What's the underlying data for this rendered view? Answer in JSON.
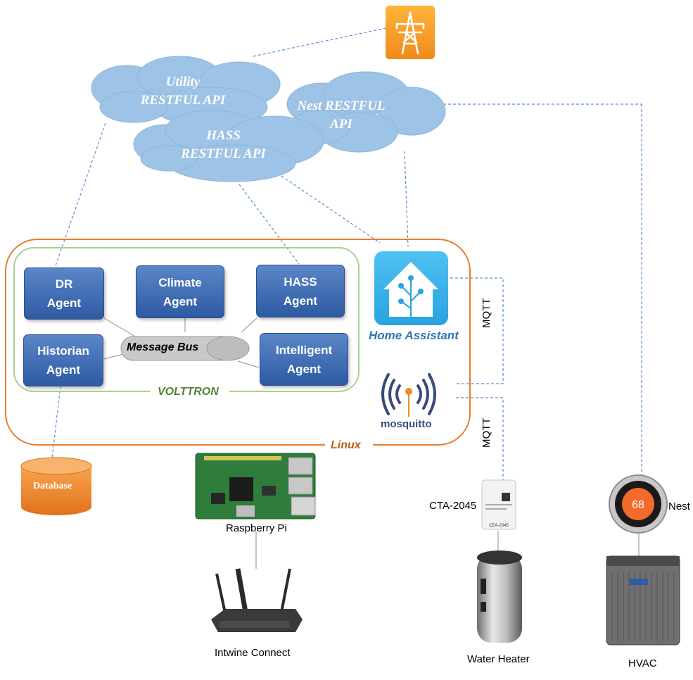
{
  "clouds": {
    "utility": [
      "Utility",
      "RESTFUL API"
    ],
    "nest": [
      "Nest RESTFUL",
      "API"
    ],
    "hass": [
      "HASS",
      "RESTFUL API"
    ]
  },
  "agents": {
    "dr": [
      "DR",
      "Agent"
    ],
    "climate": [
      "Climate",
      "Agent"
    ],
    "hass": [
      "HASS",
      "Agent"
    ],
    "historian": [
      "Historian",
      "Agent"
    ],
    "intelligent": [
      "Intelligent",
      "Agent"
    ]
  },
  "message_bus": "Message Bus",
  "volttron_label": "VOLTTRON",
  "linux_label": "Linux",
  "home_assistant_label": "Home Assistant",
  "mosquitto_label": "mosquitto",
  "mqtt_top": "MQTT",
  "mqtt_bottom": "MQTT",
  "database_label": "Database",
  "raspberry_pi_label": "Raspberry Pi",
  "intwine_label": "Intwine Connect",
  "cta_label": "CTA-2045",
  "water_heater_label": "Water Heater",
  "nest_label": "Nest",
  "nest_temp": "68",
  "hvac_label": "HVAC",
  "cta_module_text": "CEA-2045",
  "colors": {
    "cloud": "#9dc3e6",
    "agent": "#2f5ca6",
    "volttron_green": "#a9d18e",
    "linux_orange": "#e87d2f",
    "connector_blue": "#5b8fd1",
    "database_orange": "#f08a30"
  }
}
